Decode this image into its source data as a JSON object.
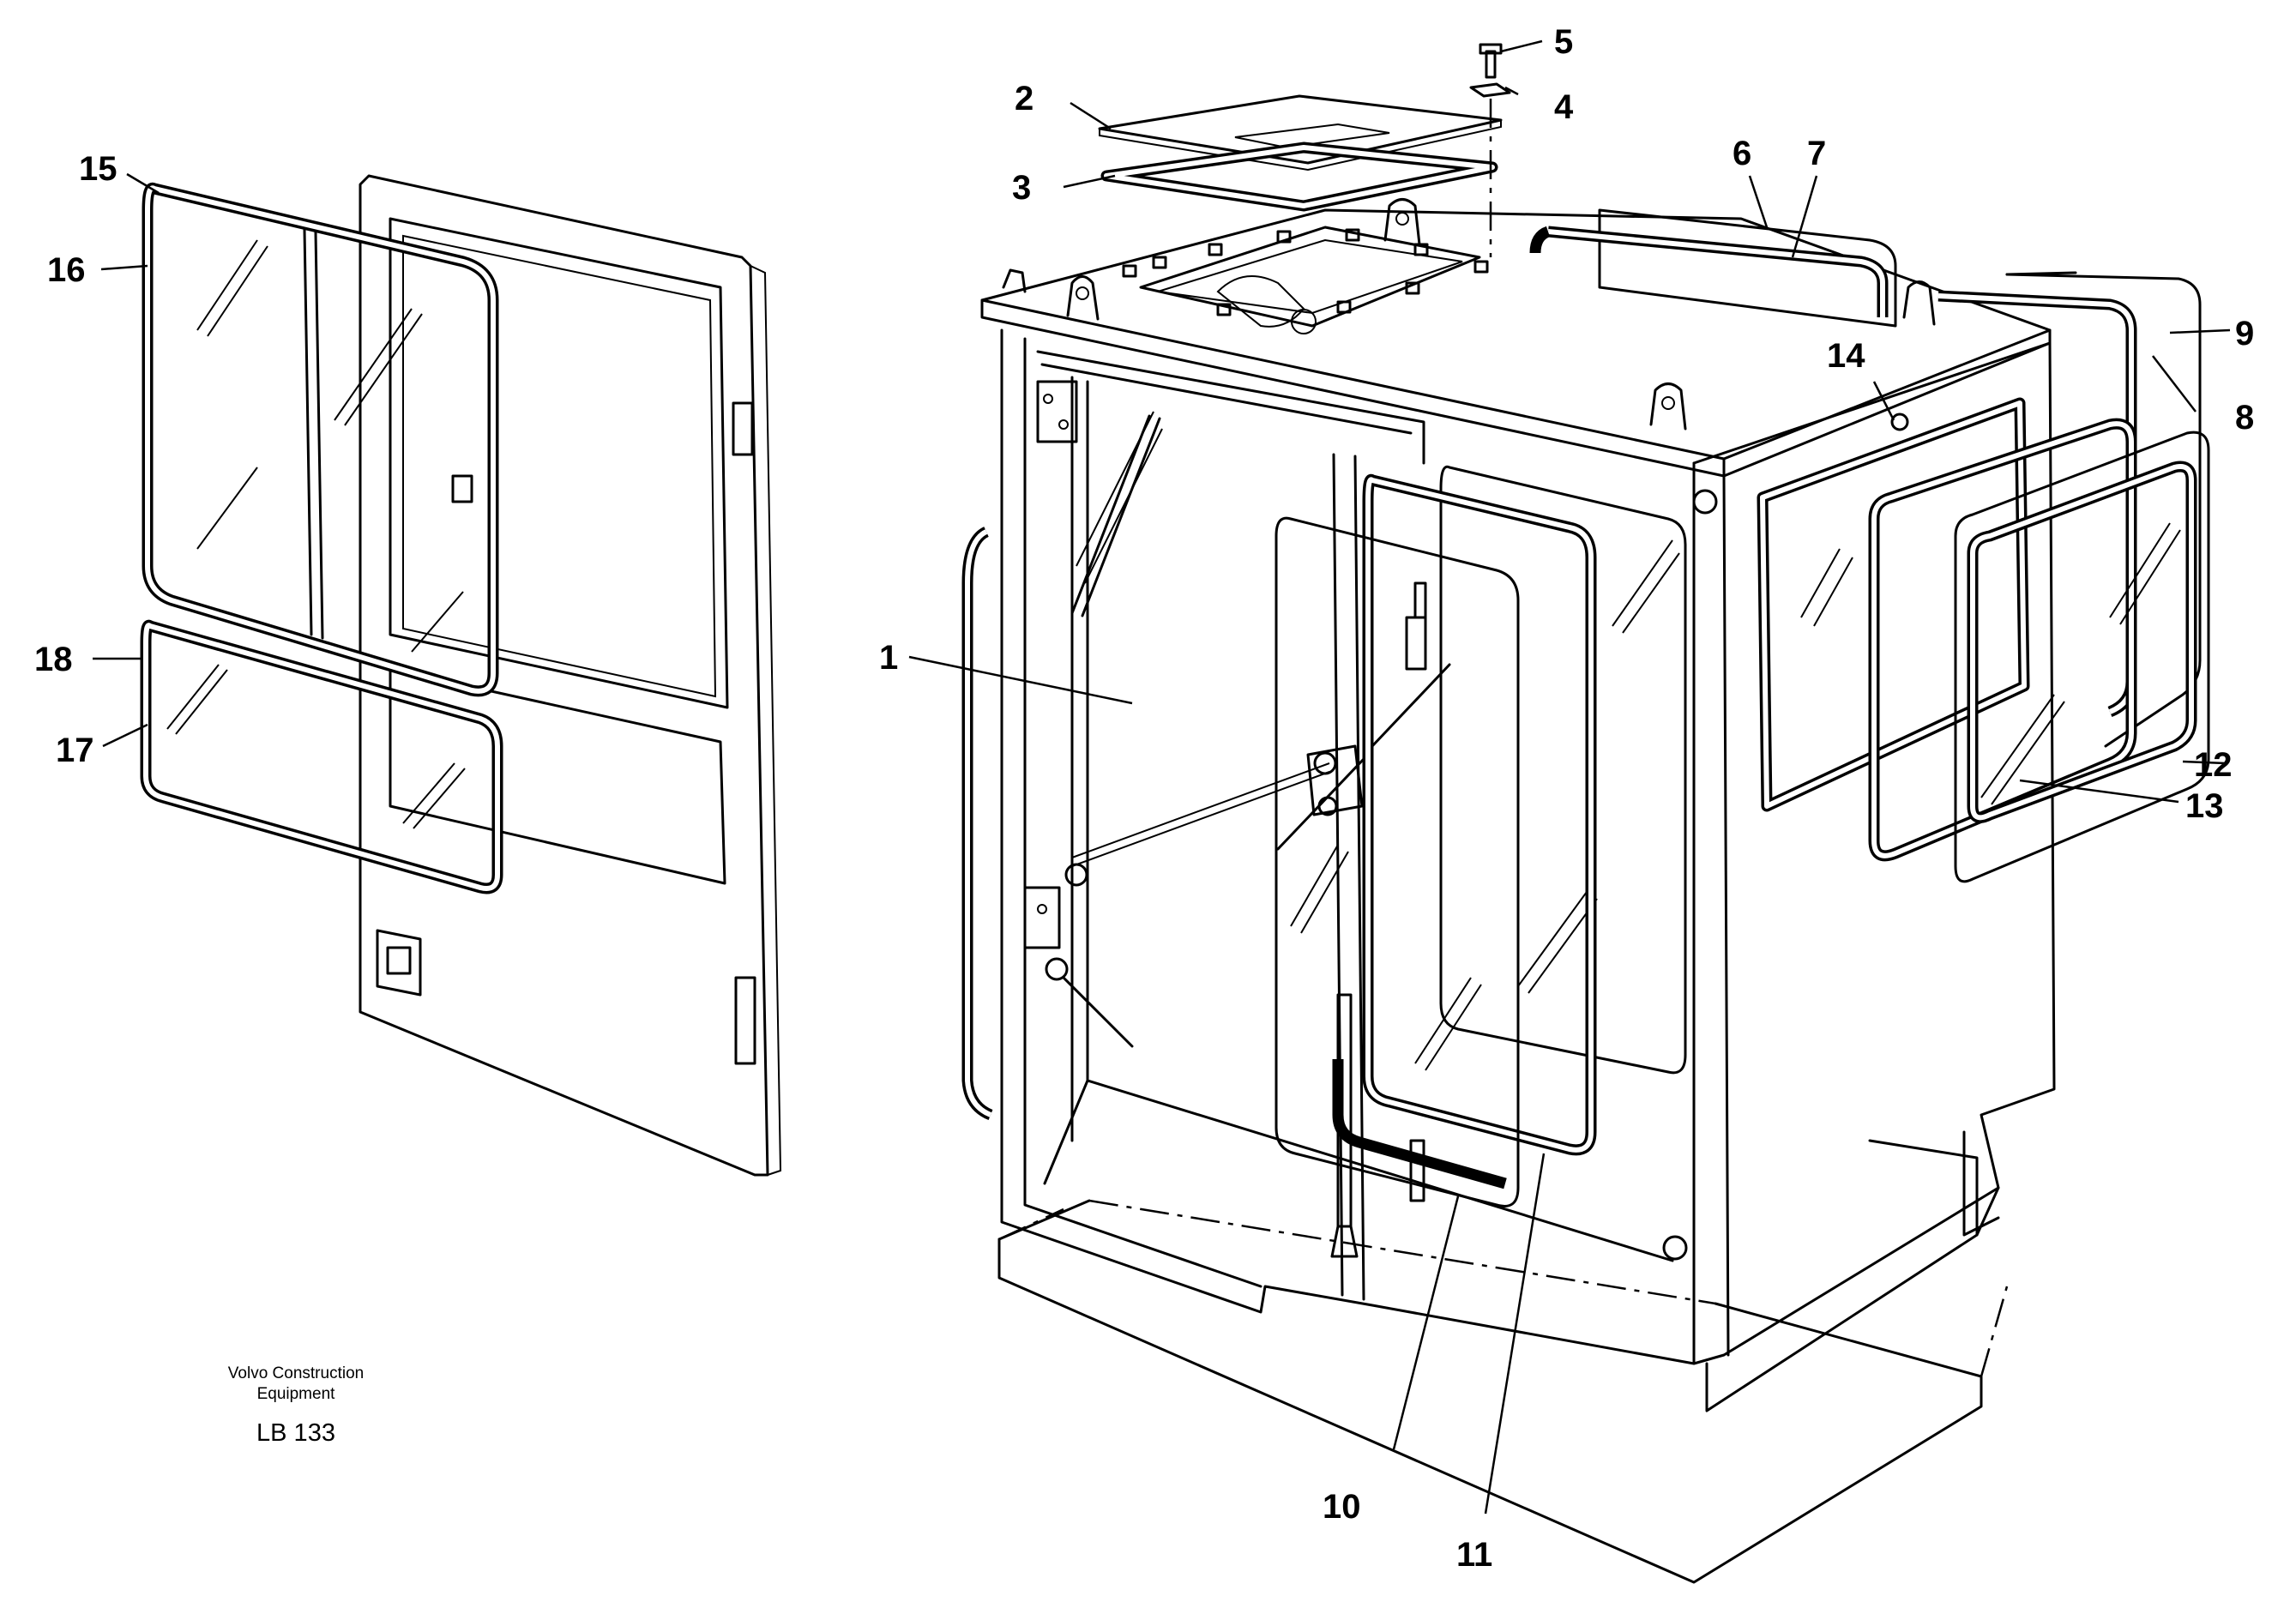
{
  "credit": {
    "line1": "Volvo Construction",
    "line2": "Equipment",
    "code": "LB 133"
  },
  "callouts": [
    {
      "id": "c1",
      "label": "1"
    },
    {
      "id": "c2",
      "label": "2"
    },
    {
      "id": "c3",
      "label": "3"
    },
    {
      "id": "c4",
      "label": "4"
    },
    {
      "id": "c5",
      "label": "5"
    },
    {
      "id": "c6",
      "label": "6"
    },
    {
      "id": "c7",
      "label": "7"
    },
    {
      "id": "c8",
      "label": "8"
    },
    {
      "id": "c9",
      "label": "9"
    },
    {
      "id": "c10",
      "label": "10"
    },
    {
      "id": "c11",
      "label": "11"
    },
    {
      "id": "c12",
      "label": "12"
    },
    {
      "id": "c13",
      "label": "13"
    },
    {
      "id": "c14",
      "label": "14"
    },
    {
      "id": "c15",
      "label": "15"
    },
    {
      "id": "c16",
      "label": "16"
    },
    {
      "id": "c17",
      "label": "17"
    },
    {
      "id": "c18",
      "label": "18"
    }
  ]
}
